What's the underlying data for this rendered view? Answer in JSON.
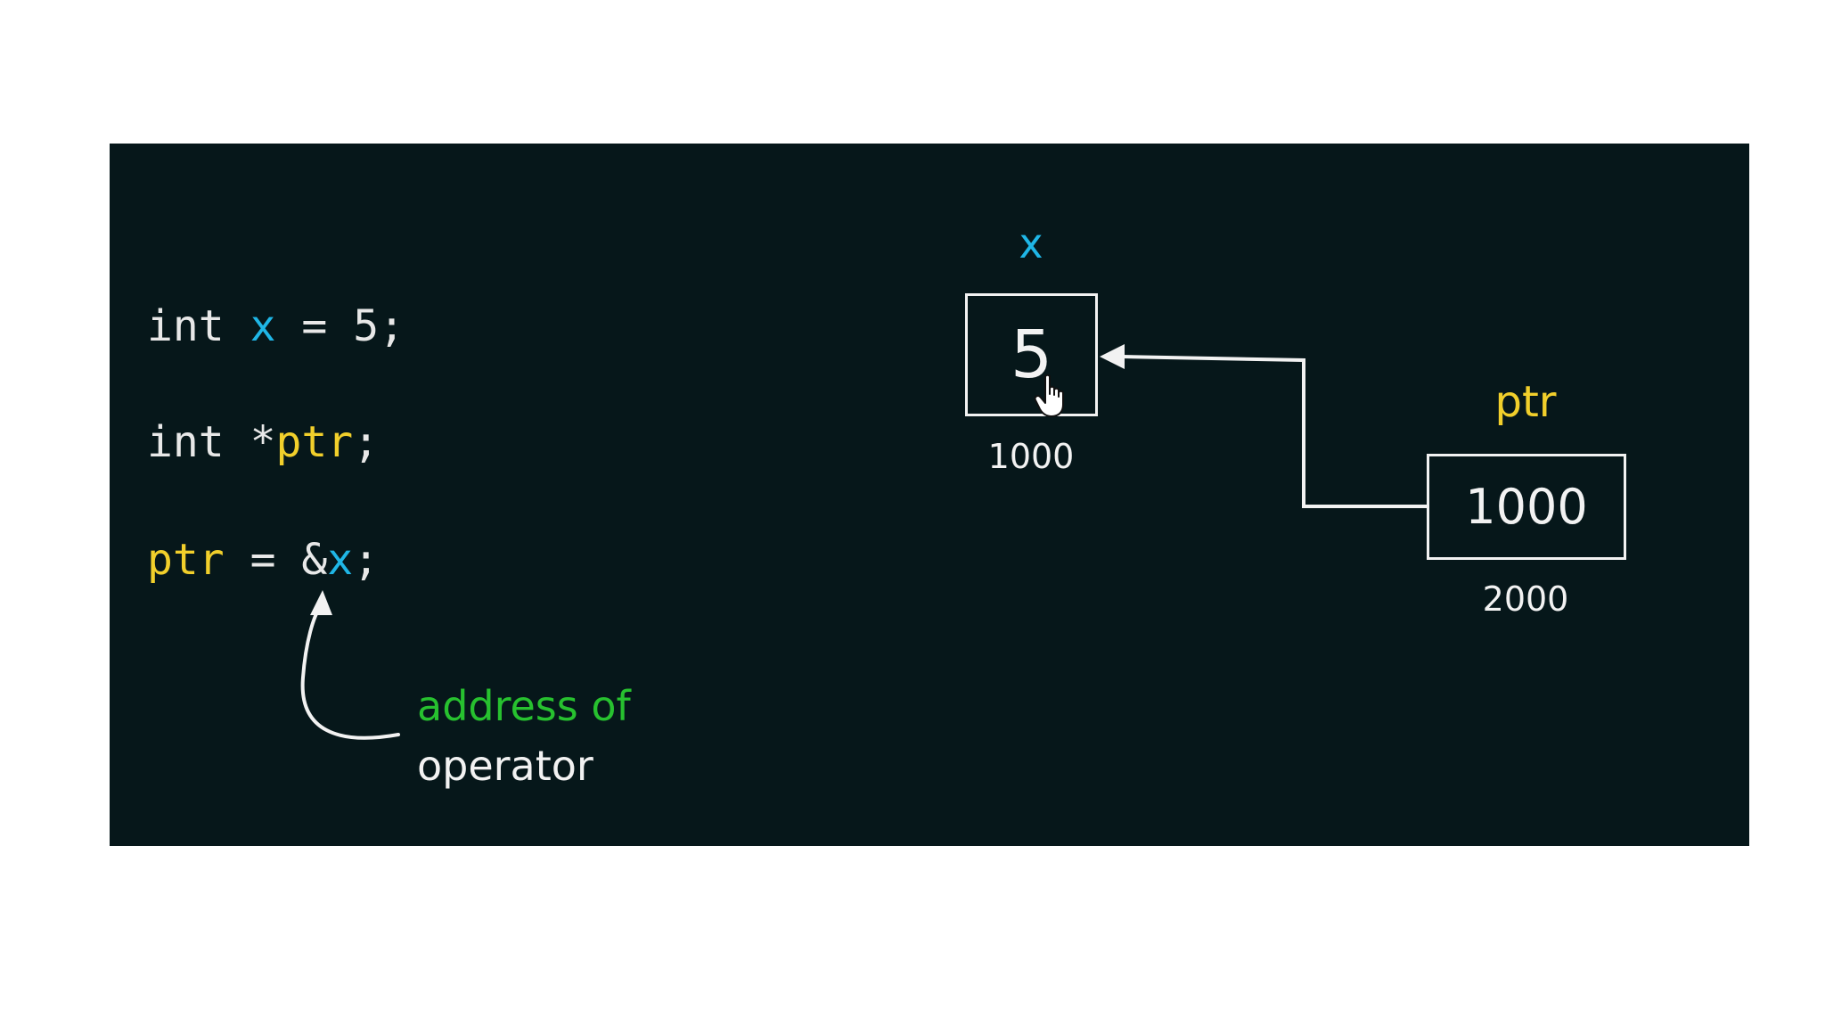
{
  "code": {
    "line1": [
      {
        "text": "int ",
        "color": "white"
      },
      {
        "text": "x",
        "color": "blue"
      },
      {
        "text": " = 5;",
        "color": "white"
      }
    ],
    "line2": [
      {
        "text": "int *",
        "color": "white"
      },
      {
        "text": "ptr",
        "color": "yellow"
      },
      {
        "text": ";",
        "color": "white"
      }
    ],
    "line3": [
      {
        "text": "ptr",
        "color": "yellow"
      },
      {
        "text": " = &",
        "color": "white"
      },
      {
        "text": "x",
        "color": "blue"
      },
      {
        "text": ";",
        "color": "white"
      }
    ]
  },
  "annotation": {
    "line1": "address of",
    "line2": "operator"
  },
  "variable_x": {
    "name": "x",
    "value": "5",
    "address": "1000"
  },
  "variable_ptr": {
    "name": "ptr",
    "value": "1000",
    "address": "2000"
  },
  "icons": {
    "cursor": "hand-pointer-icon",
    "arrow_ptr_to_x": "arrow-left-icon",
    "arrow_to_ampersand": "curved-arrow-up-icon"
  },
  "colors": {
    "background": "#06171a",
    "variable_blue": "#1fb6e6",
    "pointer_yellow": "#f1cf2b",
    "annotation_green": "#27c12f",
    "text_white": "#e8e8e8"
  }
}
